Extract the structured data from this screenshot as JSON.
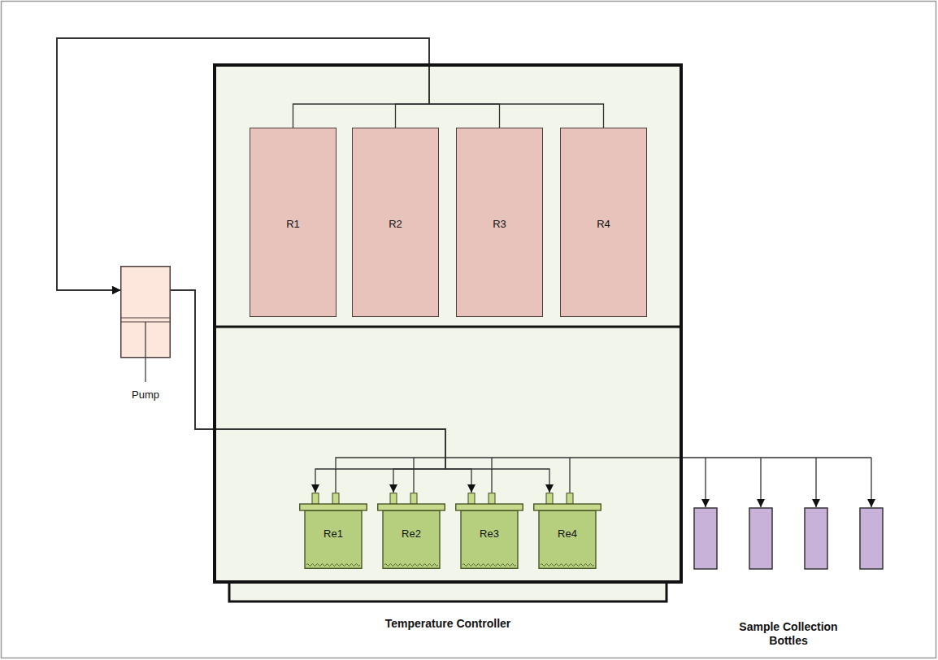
{
  "diagram": {
    "nodes": [
      {
        "text": [
          "Temperature Controller"
        ]
      },
      {
        "text": [
          "R1"
        ],
        "in": 0
      },
      {
        "text": [
          "R2"
        ],
        "in": 0
      },
      {
        "text": [
          "R3"
        ],
        "in": 0
      },
      {
        "text": [
          "R4"
        ],
        "in": 0
      },
      {
        "text": [
          "Pump"
        ]
      },
      {
        "text": [
          "Re1"
        ],
        "in": 0
      },
      {
        "text": [
          "Re2"
        ],
        "in": 0
      },
      {
        "text": [
          "Re3"
        ],
        "in": 0
      },
      {
        "text": [
          "Re4"
        ],
        "in": 0
      }
    ],
    "edges": [
      {
        "from": 1,
        "to": 5,
        "arrow": "to"
      },
      {
        "from": 2,
        "to": 5,
        "arrow": "to"
      },
      {
        "from": 3,
        "to": 5,
        "arrow": "to"
      },
      {
        "from": 4,
        "to": 5,
        "arrow": "to"
      },
      {
        "from": 5,
        "to": 6,
        "arrow": "to"
      },
      {
        "from": 5,
        "to": 7,
        "arrow": "to"
      },
      {
        "from": 5,
        "to": 8,
        "arrow": "to"
      },
      {
        "from": 5,
        "to": 9,
        "arrow": "to"
      }
    ],
    "labels": [
      "Sample Collection Bottles"
    ]
  }
}
